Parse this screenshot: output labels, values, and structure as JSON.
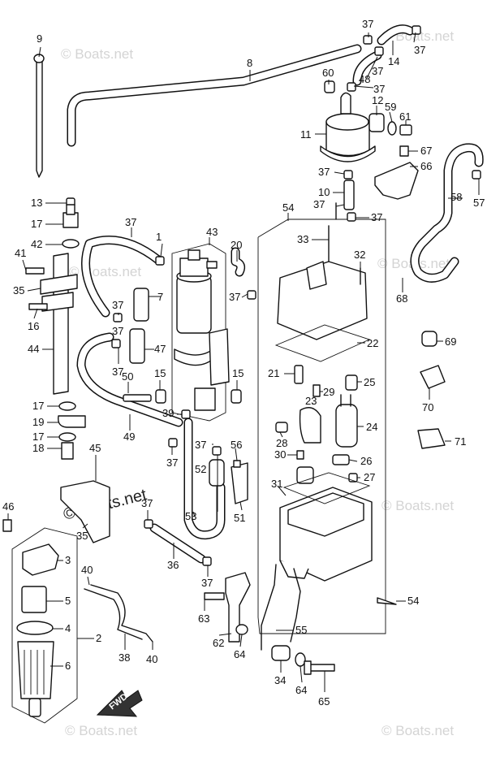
{
  "watermark": {
    "text": "© Boats.net"
  },
  "direction_label": "FWD",
  "part_labels": [
    {
      "id": "p9",
      "text": "9"
    },
    {
      "id": "p8",
      "text": "8"
    },
    {
      "id": "p37a",
      "text": "37"
    },
    {
      "id": "p14",
      "text": "14"
    },
    {
      "id": "p37b",
      "text": "37"
    },
    {
      "id": "p37c",
      "text": "37"
    },
    {
      "id": "p48",
      "text": "48"
    },
    {
      "id": "p60",
      "text": "60"
    },
    {
      "id": "p37d",
      "text": "37"
    },
    {
      "id": "p12",
      "text": "12"
    },
    {
      "id": "p59",
      "text": "59"
    },
    {
      "id": "p61",
      "text": "61"
    },
    {
      "id": "p11",
      "text": "11"
    },
    {
      "id": "p67",
      "text": "67"
    },
    {
      "id": "p66",
      "text": "66"
    },
    {
      "id": "p37e",
      "text": "37"
    },
    {
      "id": "p10",
      "text": "10"
    },
    {
      "id": "p58",
      "text": "58"
    },
    {
      "id": "p57",
      "text": "57"
    },
    {
      "id": "p37f",
      "text": "37"
    },
    {
      "id": "p13",
      "text": "13"
    },
    {
      "id": "p17a",
      "text": "17"
    },
    {
      "id": "p42",
      "text": "42"
    },
    {
      "id": "p41",
      "text": "41"
    },
    {
      "id": "p35a",
      "text": "35"
    },
    {
      "id": "p16",
      "text": "16"
    },
    {
      "id": "p44",
      "text": "44"
    },
    {
      "id": "p37g",
      "text": "37"
    },
    {
      "id": "p1",
      "text": "1"
    },
    {
      "id": "p43",
      "text": "43"
    },
    {
      "id": "p20",
      "text": "20"
    },
    {
      "id": "p54a",
      "text": "54"
    },
    {
      "id": "p37h",
      "text": "37"
    },
    {
      "id": "p33",
      "text": "33"
    },
    {
      "id": "p32",
      "text": "32"
    },
    {
      "id": "p68",
      "text": "68"
    },
    {
      "id": "p37i",
      "text": "37"
    },
    {
      "id": "p7",
      "text": "7"
    },
    {
      "id": "p37j",
      "text": "37"
    },
    {
      "id": "p37k",
      "text": "37"
    },
    {
      "id": "p47",
      "text": "47"
    },
    {
      "id": "p37l",
      "text": "37"
    },
    {
      "id": "p69",
      "text": "69"
    },
    {
      "id": "p22",
      "text": "22"
    },
    {
      "id": "p50",
      "text": "50"
    },
    {
      "id": "p15a",
      "text": "15"
    },
    {
      "id": "p15b",
      "text": "15"
    },
    {
      "id": "p21",
      "text": "21"
    },
    {
      "id": "p25",
      "text": "25"
    },
    {
      "id": "p70",
      "text": "70"
    },
    {
      "id": "p29",
      "text": "29"
    },
    {
      "id": "p23",
      "text": "23"
    },
    {
      "id": "p17b",
      "text": "17"
    },
    {
      "id": "p39",
      "text": "39"
    },
    {
      "id": "p19",
      "text": "19"
    },
    {
      "id": "p49",
      "text": "49"
    },
    {
      "id": "p24",
      "text": "24"
    },
    {
      "id": "p17c",
      "text": "17"
    },
    {
      "id": "p71",
      "text": "71"
    },
    {
      "id": "p28",
      "text": "28"
    },
    {
      "id": "p18",
      "text": "18"
    },
    {
      "id": "p37m",
      "text": "37"
    },
    {
      "id": "p56",
      "text": "56"
    },
    {
      "id": "p30",
      "text": "30"
    },
    {
      "id": "p26",
      "text": "26"
    },
    {
      "id": "p45",
      "text": "45"
    },
    {
      "id": "p37n",
      "text": "37"
    },
    {
      "id": "p52",
      "text": "52"
    },
    {
      "id": "p27",
      "text": "27"
    },
    {
      "id": "p31",
      "text": "31"
    },
    {
      "id": "p46",
      "text": "46"
    },
    {
      "id": "p37o",
      "text": "37"
    },
    {
      "id": "p53",
      "text": "53"
    },
    {
      "id": "p51",
      "text": "51"
    },
    {
      "id": "p35b",
      "text": "35"
    },
    {
      "id": "p3",
      "text": "3"
    },
    {
      "id": "p36",
      "text": "36"
    },
    {
      "id": "p40a",
      "text": "40"
    },
    {
      "id": "p37p",
      "text": "37"
    },
    {
      "id": "p5",
      "text": "5"
    },
    {
      "id": "p54b",
      "text": "54"
    },
    {
      "id": "p63",
      "text": "63"
    },
    {
      "id": "p4",
      "text": "4"
    },
    {
      "id": "p2",
      "text": "2"
    },
    {
      "id": "p62",
      "text": "62"
    },
    {
      "id": "p64a",
      "text": "64"
    },
    {
      "id": "p55",
      "text": "55"
    },
    {
      "id": "p38",
      "text": "38"
    },
    {
      "id": "p40b",
      "text": "40"
    },
    {
      "id": "p6",
      "text": "6"
    },
    {
      "id": "p34",
      "text": "34"
    },
    {
      "id": "p64b",
      "text": "64"
    },
    {
      "id": "p65",
      "text": "65"
    }
  ]
}
